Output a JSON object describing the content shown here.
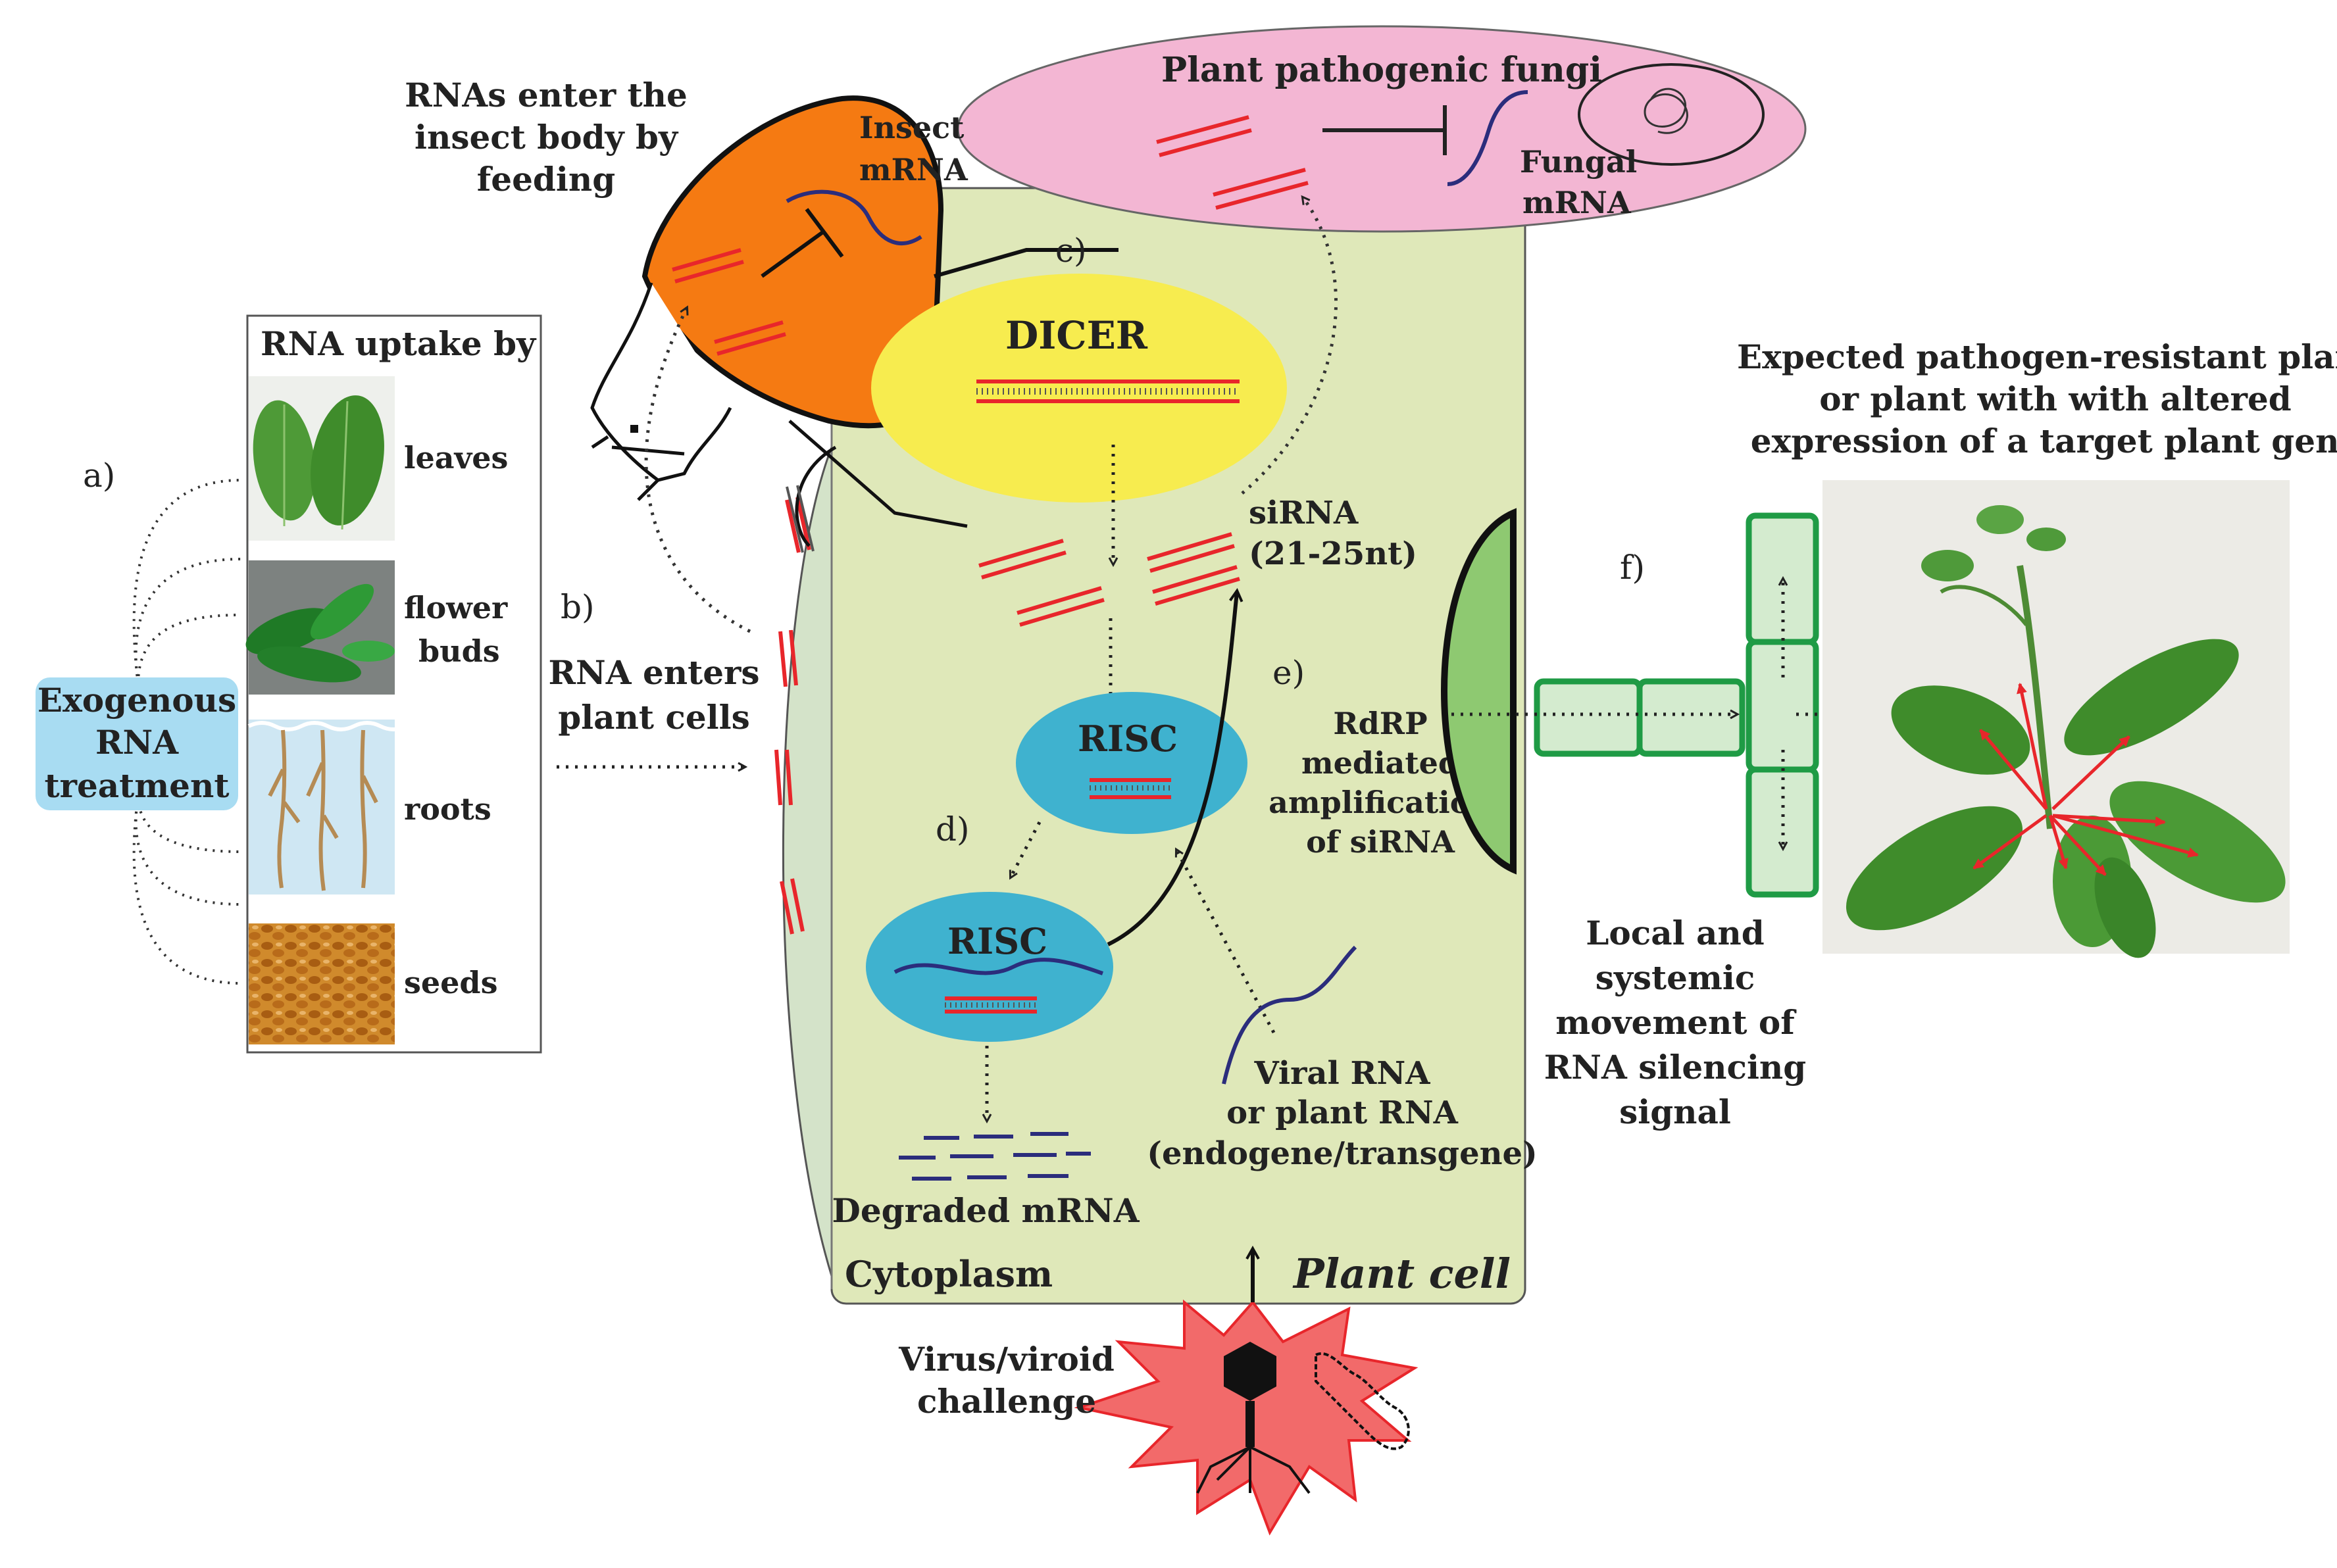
{
  "panel_letters": {
    "a": "a)",
    "b": "b)",
    "c": "c)",
    "d": "d)",
    "e": "e)",
    "f": "f)"
  },
  "uptake": {
    "title": "RNA uptake by",
    "items": [
      "leaves",
      "flower",
      "buds",
      "roots",
      "seeds"
    ]
  },
  "treatment": [
    "Exogenous",
    "RNA",
    "treatment"
  ],
  "insect": {
    "caption": [
      "RNAs enter the",
      "insect body by",
      "feeding"
    ],
    "mrna": [
      "Insect",
      "mRNA"
    ]
  },
  "fungi": {
    "title": "Plant pathogenic fungi",
    "mrna": [
      "Fungal",
      "mRNA"
    ]
  },
  "entry": [
    "RNA enters",
    "plant cells"
  ],
  "cell": {
    "dicer": "DICER",
    "sirna": [
      "siRNA",
      "(21-25nt)"
    ],
    "risc": "RISC",
    "rdrp": [
      "RdRP",
      "mediated",
      "amplification",
      "of siRNA"
    ],
    "viral": [
      "Viral RNA",
      "or plant RNA",
      "(endogene/transgene)"
    ],
    "degraded": "Degraded mRNA",
    "cytoplasm": "Cytoplasm",
    "plant_cell": "Plant cell"
  },
  "virus": [
    "Virus/viroid",
    "challenge"
  ],
  "movement": [
    "Local and",
    "systemic",
    "movement of",
    "RNA silencing",
    "signal"
  ],
  "expected": [
    "Expected pathogen-resistant plant",
    "or plant with with altered",
    "expression of a target plant gene"
  ],
  "colors": {
    "cell": "#dfe8b9",
    "dicer": "#f7ec4f",
    "risc": "#3fb2cf",
    "fungi": "#f3b6d3",
    "insect": "#f57a12",
    "sirna": "#e8262b",
    "mrna": "#2b2d7c",
    "treatment": "#a8dcf2",
    "signal": "#1f9b45",
    "virus": "#f26a6a"
  }
}
